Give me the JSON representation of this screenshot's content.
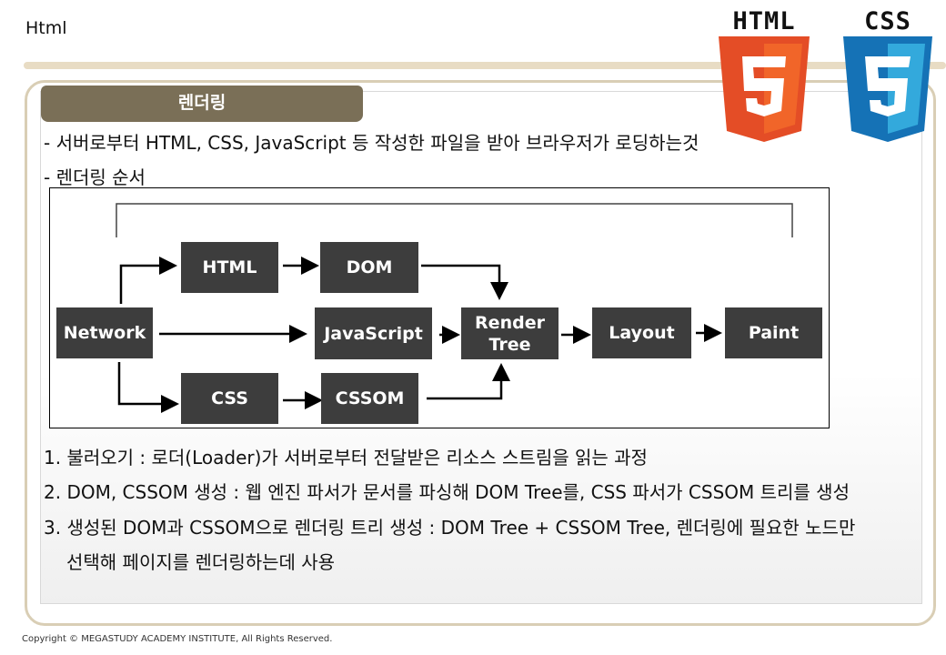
{
  "header": {
    "title": "Html"
  },
  "logos": {
    "html": "HTML",
    "css": "CSS"
  },
  "section": {
    "tab_label": "렌더링",
    "line1": "- 서버로부터 HTML, CSS, JavaScript 등 작성한 파일을 받아 브라우저가 로딩하는것",
    "line2": "- 렌더링 순서"
  },
  "diagram": {
    "nodes": {
      "network": "Network",
      "html": "HTML",
      "dom": "DOM",
      "javascript": "JavaScript",
      "render_tree_1": "Render",
      "render_tree_2": "Tree",
      "layout": "Layout",
      "paint": "Paint",
      "css": "CSS",
      "cssom": "CSSOM"
    }
  },
  "steps": [
    "1. 불러오기 : 로더(Loader)가 서버로부터 전달받은 리소스 스트림을 읽는 과정",
    "2. DOM, CSSOM 생성 : 웹 엔진 파서가 문서를 파싱해 DOM Tree를, CSS 파서가 CSSOM 트리를 생성",
    "3. 생성된 DOM과 CSSOM으로 렌더링 트리 생성 : DOM Tree + CSSOM Tree, 렌더링에 필요한 노드만",
    "선택해 페이지를 렌더링하는데 사용"
  ],
  "footer": {
    "copyright": "Copyright © MEGASTUDY ACADEMY INSTITUTE, All Rights Reserved."
  },
  "colors": {
    "tab_bg": "#7a6f57",
    "node_bg": "#3d3d3d",
    "html5_orange": "#e44d26",
    "css3_blue": "#1572b6",
    "frame_border": "#d9ceb5"
  }
}
